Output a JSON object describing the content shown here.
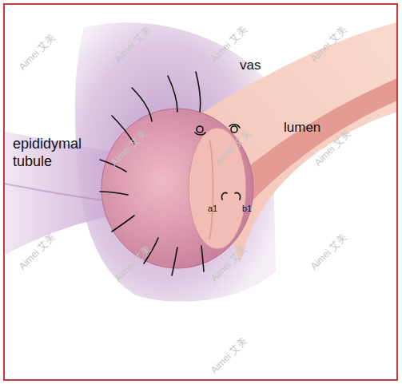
{
  "diagram": {
    "labels": [
      "vas",
      "lumen",
      "epididymal tubule",
      "a1",
      "b1",
      "Aimei 艾美",
      "Aimei 艾美",
      "Aimei 艾美",
      "Aimei 艾美",
      "Aimei 艾美",
      "Aimei 艾美",
      "Aimei 艾美",
      "Aimei 艾美",
      "Aimei 艾美",
      "Aimei 艾美",
      "Aimei 艾美",
      "Aimei 艾美"
    ]
  }
}
